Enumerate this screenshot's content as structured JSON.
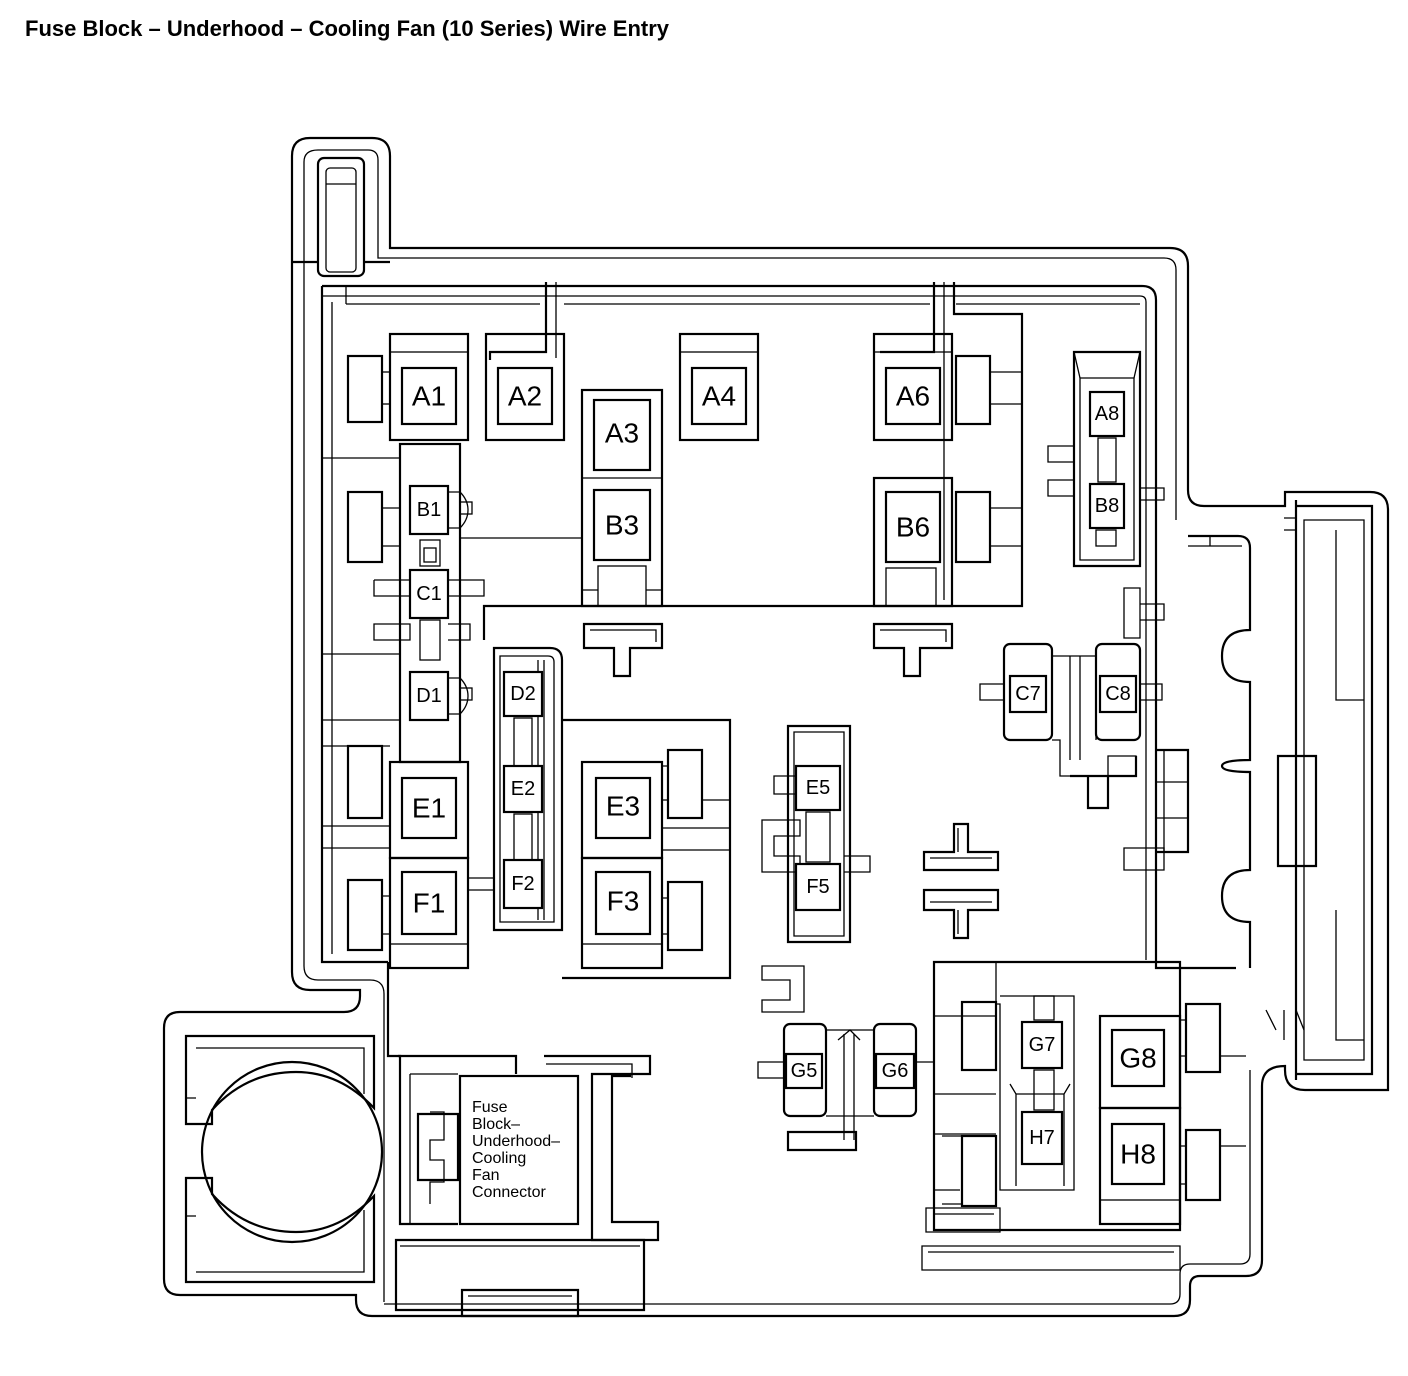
{
  "title": "Fuse Block – Underhood – Cooling Fan (10 Series) Wire Entry",
  "cavities": {
    "A1": "A1",
    "A2": "A2",
    "A3": "A3",
    "A4": "A4",
    "A6": "A6",
    "A8": "A8",
    "B1": "B1",
    "B3": "B3",
    "B6": "B6",
    "B8": "B8",
    "C1": "C1",
    "C7": "C7",
    "C8": "C8",
    "D1": "D1",
    "D2": "D2",
    "E1": "E1",
    "E2": "E2",
    "E3": "E3",
    "E5": "E5",
    "F1": "F1",
    "F2": "F2",
    "F3": "F3",
    "F5": "F5",
    "G5": "G5",
    "G6": "G6",
    "G7": "G7",
    "G8": "G8",
    "H7": "H7",
    "H8": "H8"
  },
  "connector_label": [
    "Fuse",
    "Block–",
    "Underhood–",
    "Cooling",
    "Fan",
    "Connector"
  ]
}
